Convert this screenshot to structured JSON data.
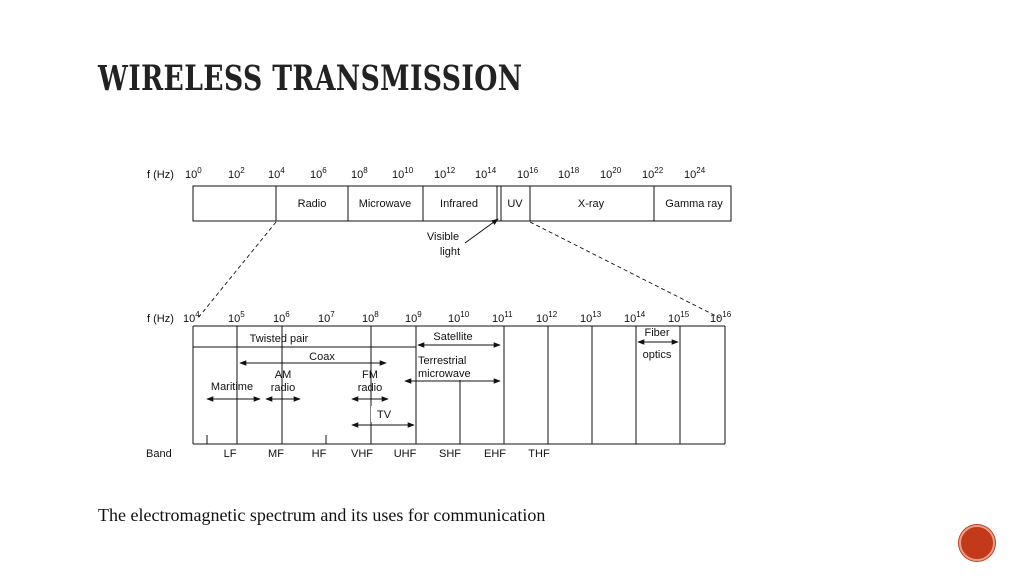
{
  "title": "WIRELESS TRANSMISSION",
  "caption": "The electromagnetic spectrum and its uses for communication",
  "page_number": "",
  "colors": {
    "accent": "#c23a1a",
    "text": "#111111"
  },
  "top_spectrum": {
    "axis_label": "f (Hz)",
    "ticks": [
      {
        "base": "10",
        "exp": "0"
      },
      {
        "base": "10",
        "exp": "2"
      },
      {
        "base": "10",
        "exp": "4"
      },
      {
        "base": "10",
        "exp": "6"
      },
      {
        "base": "10",
        "exp": "8"
      },
      {
        "base": "10",
        "exp": "10"
      },
      {
        "base": "10",
        "exp": "12"
      },
      {
        "base": "10",
        "exp": "14"
      },
      {
        "base": "10",
        "exp": "16"
      },
      {
        "base": "10",
        "exp": "18"
      },
      {
        "base": "10",
        "exp": "20"
      },
      {
        "base": "10",
        "exp": "22"
      },
      {
        "base": "10",
        "exp": "24"
      }
    ],
    "regions": [
      "Radio",
      "Microwave",
      "Infrared",
      "UV",
      "X-ray",
      "Gamma ray"
    ],
    "visible_label": [
      "Visible",
      "light"
    ]
  },
  "bottom_spectrum": {
    "axis_label": "f (Hz)",
    "ticks": [
      {
        "base": "10",
        "exp": "4"
      },
      {
        "base": "10",
        "exp": "5"
      },
      {
        "base": "10",
        "exp": "6"
      },
      {
        "base": "10",
        "exp": "7"
      },
      {
        "base": "10",
        "exp": "8"
      },
      {
        "base": "10",
        "exp": "9"
      },
      {
        "base": "10",
        "exp": "10"
      },
      {
        "base": "10",
        "exp": "11"
      },
      {
        "base": "10",
        "exp": "12"
      },
      {
        "base": "10",
        "exp": "13"
      },
      {
        "base": "10",
        "exp": "14"
      },
      {
        "base": "10",
        "exp": "15"
      },
      {
        "base": "10",
        "exp": "16"
      }
    ],
    "media": {
      "twisted_pair": "Twisted pair",
      "coax": "Coax",
      "satellite": "Satellite",
      "terrestrial": [
        "Terrestrial",
        "microwave"
      ],
      "fiber": [
        "Fiber",
        "optics"
      ],
      "maritime": "Maritime",
      "am": [
        "AM",
        "radio"
      ],
      "fm": [
        "FM",
        "radio"
      ],
      "tv": "TV"
    },
    "band_label": "Band",
    "bands": [
      "LF",
      "MF",
      "HF",
      "VHF",
      "UHF",
      "SHF",
      "EHF",
      "THF"
    ]
  }
}
